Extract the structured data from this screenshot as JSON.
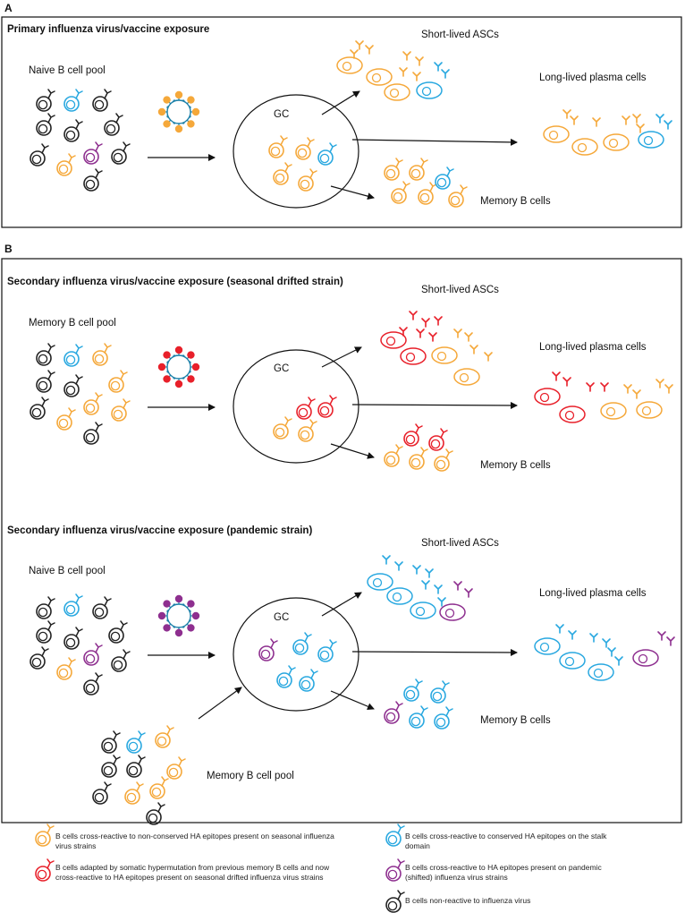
{
  "panels": {
    "a": {
      "letter": "A",
      "title": "Primary influenza virus/vaccine exposure",
      "pool_label": "Naive B cell pool",
      "gc_label": "GC",
      "virus_label": "virus",
      "asc_label": "Short-lived ASCs",
      "plasma_label": "Long-lived plasma cells",
      "memory_label": "Memory B cells"
    },
    "b": {
      "letter": "B",
      "seasonal": {
        "title": "Secondary influenza virus/vaccine exposure (seasonal drifted strain)",
        "pool_label": "Memory B cell pool",
        "gc_label": "GC",
        "virus_label": "virus",
        "asc_label": "Short-lived ASCs",
        "plasma_label": "Long-lived plasma cells",
        "memory_label": "Memory B cells"
      },
      "pandemic": {
        "title": "Secondary influenza virus/vaccine exposure (pandemic strain)",
        "pool_label": "Naive B cell pool",
        "memory_pool_label": "Memory B cell pool",
        "gc_label": "GC",
        "virus_label": "virus",
        "asc_label": "Short-lived ASCs",
        "plasma_label": "Long-lived plasma cells",
        "memory_label": "Memory B cells"
      }
    }
  },
  "legend": [
    {
      "color": "#f5a83a",
      "text": "B cells cross-reactive to non-conserved HA epitopes present on seasonal influenza virus strains"
    },
    {
      "color": "#29a8e0",
      "text": "B cells cross-reactive to conserved HA epitopes on the stalk domain"
    },
    {
      "color": "#e8202a",
      "text": "B cells adapted by somatic hypermutation from previous memory B cells and now cross-reactive to HA epitopes present on seasonal drifted influenza virus strains"
    },
    {
      "color": "#8e2f8f",
      "text": "B cells cross-reactive to HA epitopes present on pandemic (shifted) influenza virus strains"
    },
    {
      "color": "#222222",
      "text": "B cells non-reactive to influenza virus"
    }
  ],
  "colors": {
    "orange": "#f5a83a",
    "blue": "#29a8e0",
    "red": "#e8202a",
    "purple": "#8e2f8f",
    "black": "#222222",
    "virus_orange": "#f5a83a",
    "virus_red": "#e8202a",
    "virus_purple": "#8e2f8f"
  }
}
